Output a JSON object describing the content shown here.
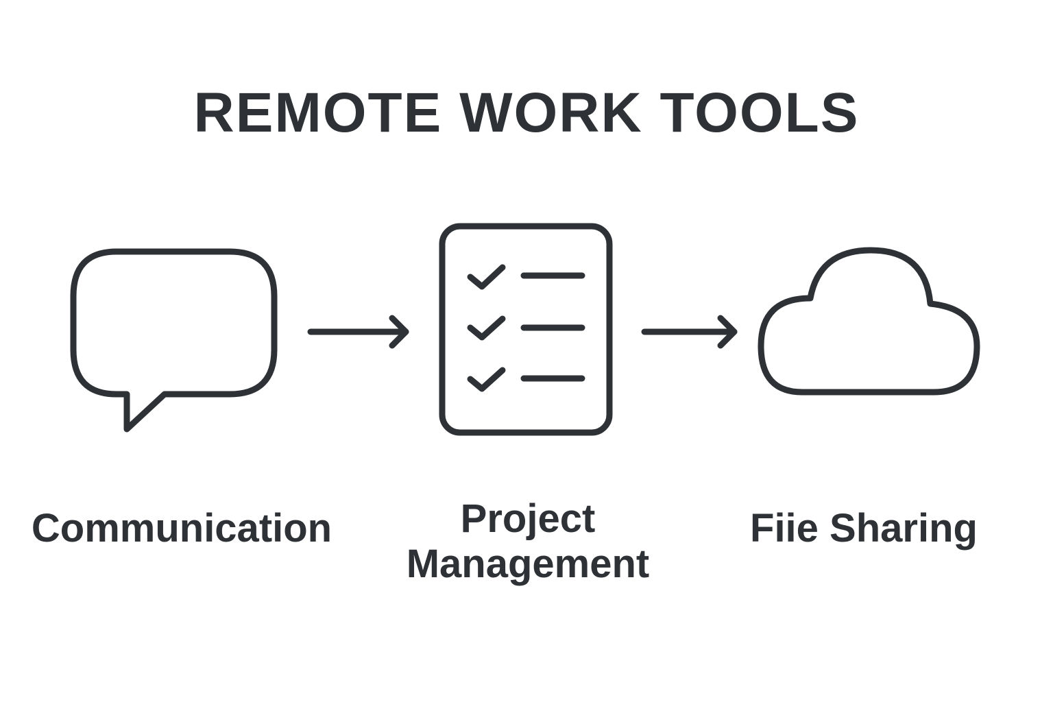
{
  "title": "REMOTE WORK TOOLS",
  "steps": [
    {
      "label": "Communication",
      "icon": "speech-bubble-icon"
    },
    {
      "label_line1": "Project",
      "label_line2": "Management",
      "icon": "checklist-icon"
    },
    {
      "label": "Fiie Sharing",
      "icon": "cloud-icon"
    }
  ],
  "colors": {
    "stroke": "#2e3135",
    "background": "#ffffff"
  }
}
